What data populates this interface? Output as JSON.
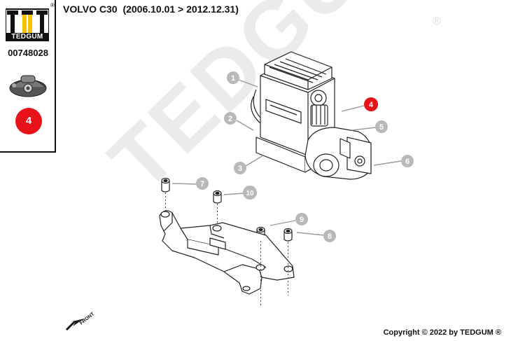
{
  "brand": {
    "name": "TEDGUM",
    "reg": "®"
  },
  "part_number": "00748028",
  "selected_position": "4",
  "title": {
    "make_model": "VOLVO C30",
    "period": "(2006.10.01 > 2012.12.31)"
  },
  "watermark": {
    "text": "TEDGUM",
    "reg": "®"
  },
  "callouts": [
    {
      "num": "1",
      "active": false
    },
    {
      "num": "2",
      "active": false
    },
    {
      "num": "3",
      "active": false
    },
    {
      "num": "4",
      "active": true
    },
    {
      "num": "5",
      "active": false
    },
    {
      "num": "6",
      "active": false
    },
    {
      "num": "7",
      "active": false
    },
    {
      "num": "8",
      "active": false
    },
    {
      "num": "9",
      "active": false
    },
    {
      "num": "10",
      "active": false
    }
  ],
  "front_label": "FRONT",
  "copyright": "Copyright © 2022 by TEDGUM ®",
  "colors": {
    "accent_red": "#e8131a",
    "callout_grey": "#b9b9b9",
    "logo_yellow": "#f5c400"
  },
  "icons": [
    "tedgum-logo-icon",
    "mount-thumbnail-icon",
    "front-arrow-icon"
  ]
}
